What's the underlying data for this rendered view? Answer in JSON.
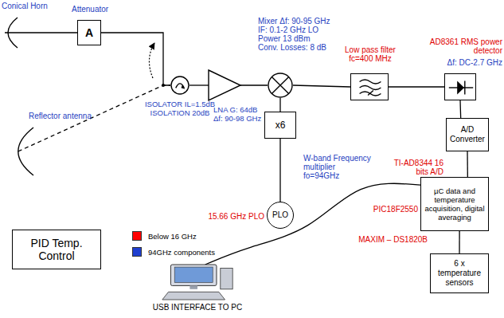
{
  "diagram": {
    "nodes": [
      {
        "text": [
          "Conical Horn"
        ]
      },
      {
        "text": [
          "Attenuator",
          "A"
        ]
      },
      {
        "text": [
          "Reflector antenna"
        ]
      },
      {
        "text": [
          "ISOLATOR IL=1.5dB ISOLATION 20dB"
        ]
      },
      {
        "text": [
          "LNA G: 64dB Δf: 90-98 GHz"
        ]
      },
      {
        "text": [
          "Mixer Δf: 90-95 GHz IF: 0.1-2 GHz LO Power 13 dBm Conv. Losses: 8 dB"
        ]
      },
      {
        "text": [
          "x6",
          "W-band Frequency multiplier fo=94GHz"
        ]
      },
      {
        "text": [
          "PLO",
          "15.66 GHz PLO"
        ]
      },
      {
        "text": [
          "Low pass filter fc=400 MHz"
        ]
      },
      {
        "text": [
          "AD8361 RMS power detector",
          "Δf: DC-2.7 GHz"
        ]
      },
      {
        "text": [
          "A/D Converter",
          "TI-AD8344 16 bits A/D"
        ]
      },
      {
        "text": [
          "µC data and temperature acquisition, digital averaging",
          "PIC18F2550"
        ]
      },
      {
        "text": [
          "6 x temperature sensors",
          "MAXIM – DS1820B"
        ]
      },
      {
        "text": [
          "USB INTERFACE TO PC"
        ]
      },
      {
        "text": [
          "PID Temp. Control"
        ]
      }
    ],
    "edges": [
      {
        "from": 0,
        "to": 1,
        "arrow": "none"
      },
      {
        "from": 1,
        "to": 3,
        "arrow": "none"
      },
      {
        "from": 2,
        "to": 3,
        "arrow": "none"
      },
      {
        "from": 3,
        "to": 4,
        "arrow": "none"
      },
      {
        "from": 4,
        "to": 5,
        "arrow": "none"
      },
      {
        "from": 5,
        "to": 8,
        "arrow": "none"
      },
      {
        "from": 8,
        "to": 9,
        "arrow": "none"
      },
      {
        "from": 9,
        "to": 10,
        "arrow": "none"
      },
      {
        "from": 10,
        "to": 11,
        "arrow": "none"
      },
      {
        "from": 11,
        "to": 12,
        "arrow": "none"
      },
      {
        "from": 7,
        "to": 6,
        "arrow": "none"
      },
      {
        "from": 6,
        "to": 5,
        "arrow": "none"
      },
      {
        "from": 11,
        "to": 13,
        "arrow": "none"
      }
    ],
    "legend": [
      {
        "text": "Below 16 GHz",
        "color": "#ff0000"
      },
      {
        "text": "94GHz components",
        "color": "#1f3fd0"
      }
    ]
  }
}
